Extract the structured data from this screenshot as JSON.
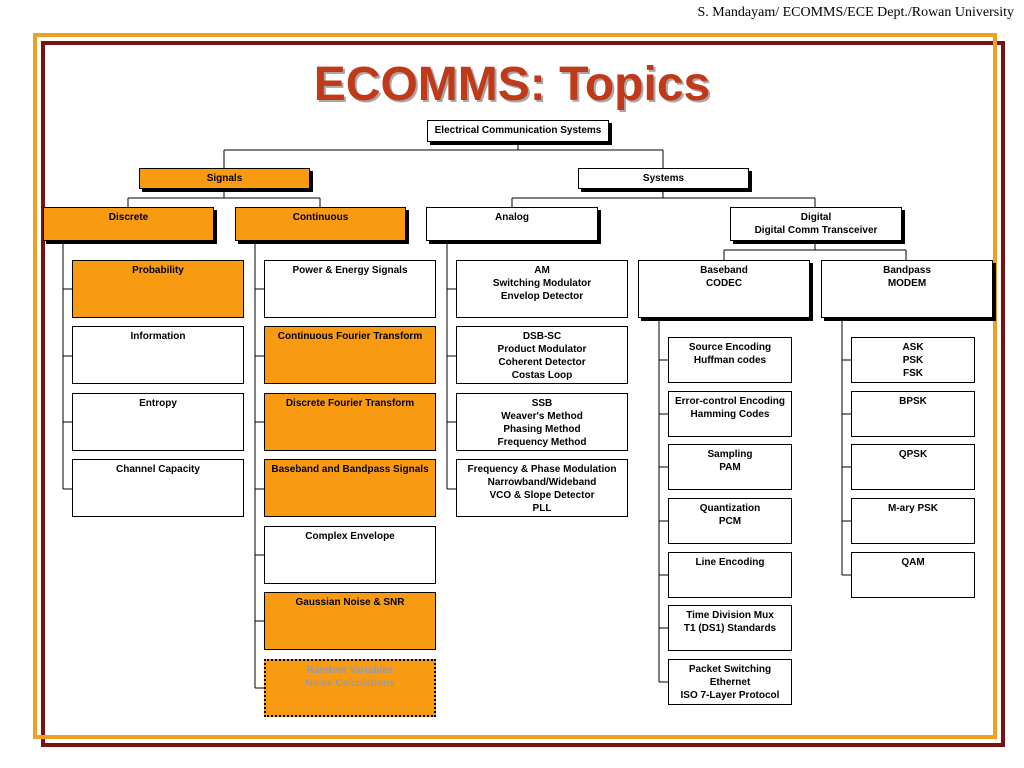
{
  "header": {
    "credit": "S. Mandayam/ ECOMMS/ECE Dept./Rowan University",
    "title": "ECOMMS: Topics"
  },
  "colors": {
    "orange_fill": "#f99b12",
    "title_red": "#c03a1a",
    "frame_orange": "#f0a020",
    "frame_dark": "#7a1212"
  },
  "tree": {
    "root": "Electrical Communication Systems",
    "signals": "Signals",
    "systems": "Systems",
    "discrete": "Discrete",
    "continuous": "Continuous",
    "analog": "Analog",
    "digital": "Digital\nDigital Comm Transceiver",
    "baseband": "Baseband\nCODEC",
    "bandpass": "Bandpass\nMODEM",
    "discrete_items": [
      "Probability",
      "Information",
      "Entropy",
      "Channel Capacity"
    ],
    "continuous_items": [
      "Power & Energy Signals",
      "Continuous Fourier Transform",
      "Discrete Fourier Transform",
      "Baseband and Bandpass Signals",
      "Complex Envelope",
      "Gaussian Noise & SNR",
      "Random Variables\nNoise Calculations"
    ],
    "analog_items": [
      "AM\nSwitching Modulator\nEnvelop Detector",
      "DSB-SC\nProduct Modulator\nCoherent Detector\nCostas Loop",
      "SSB\nWeaver's Method\nPhasing Method\nFrequency Method",
      "Frequency & Phase Modulation\nNarrowband/Wideband\nVCO & Slope Detector\nPLL"
    ],
    "baseband_items": [
      "Source Encoding\nHuffman codes",
      "Error-control Encoding\nHamming Codes",
      "Sampling\nPAM",
      "Quantization\nPCM",
      "Line Encoding",
      "Time Division Mux\nT1 (DS1) Standards",
      "Packet Switching\nEthernet\nISO 7-Layer Protocol"
    ],
    "bandpass_items": [
      "ASK\nPSK\nFSK",
      "BPSK",
      "QPSK",
      "M-ary PSK",
      "QAM"
    ]
  }
}
